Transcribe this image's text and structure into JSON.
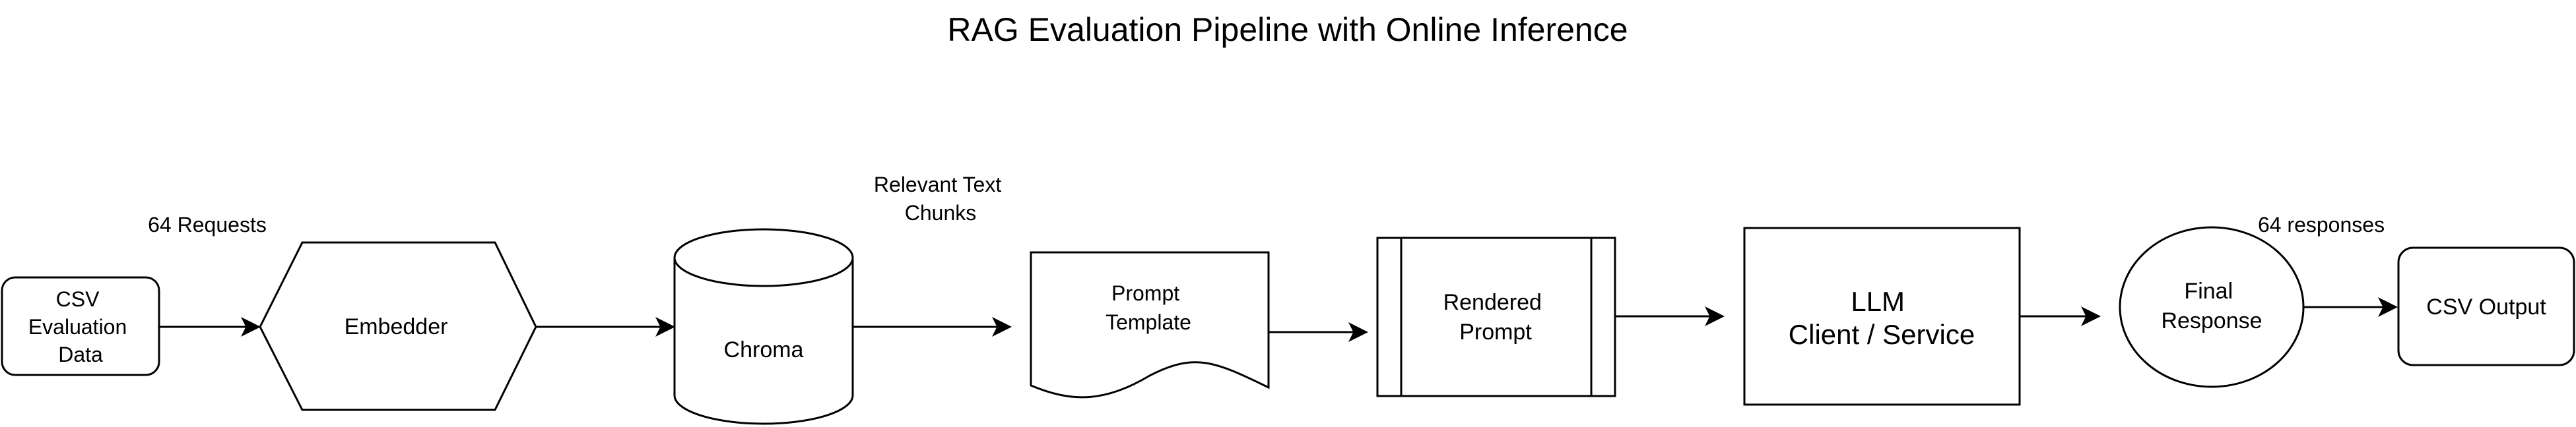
{
  "title": "RAG Evaluation Pipeline with Online Inference",
  "nodes": {
    "csv_input": {
      "lines": [
        "CSV",
        "Evaluation",
        "Data"
      ]
    },
    "embedder": {
      "lines": [
        "Embedder"
      ]
    },
    "chroma": {
      "lines": [
        "Chroma"
      ]
    },
    "prompt_template": {
      "lines": [
        "Prompt",
        "Template"
      ]
    },
    "rendered_prompt": {
      "lines": [
        "Rendered",
        "Prompt"
      ]
    },
    "llm": {
      "lines": [
        "LLM",
        "Client / Service"
      ]
    },
    "final_response": {
      "lines": [
        "Final",
        "Response"
      ]
    },
    "csv_output": {
      "lines": [
        "CSV Output"
      ]
    }
  },
  "edge_labels": {
    "requests": "64 Requests",
    "chunks": [
      "Relevant Text",
      "Chunks"
    ],
    "responses": "64 responses"
  }
}
